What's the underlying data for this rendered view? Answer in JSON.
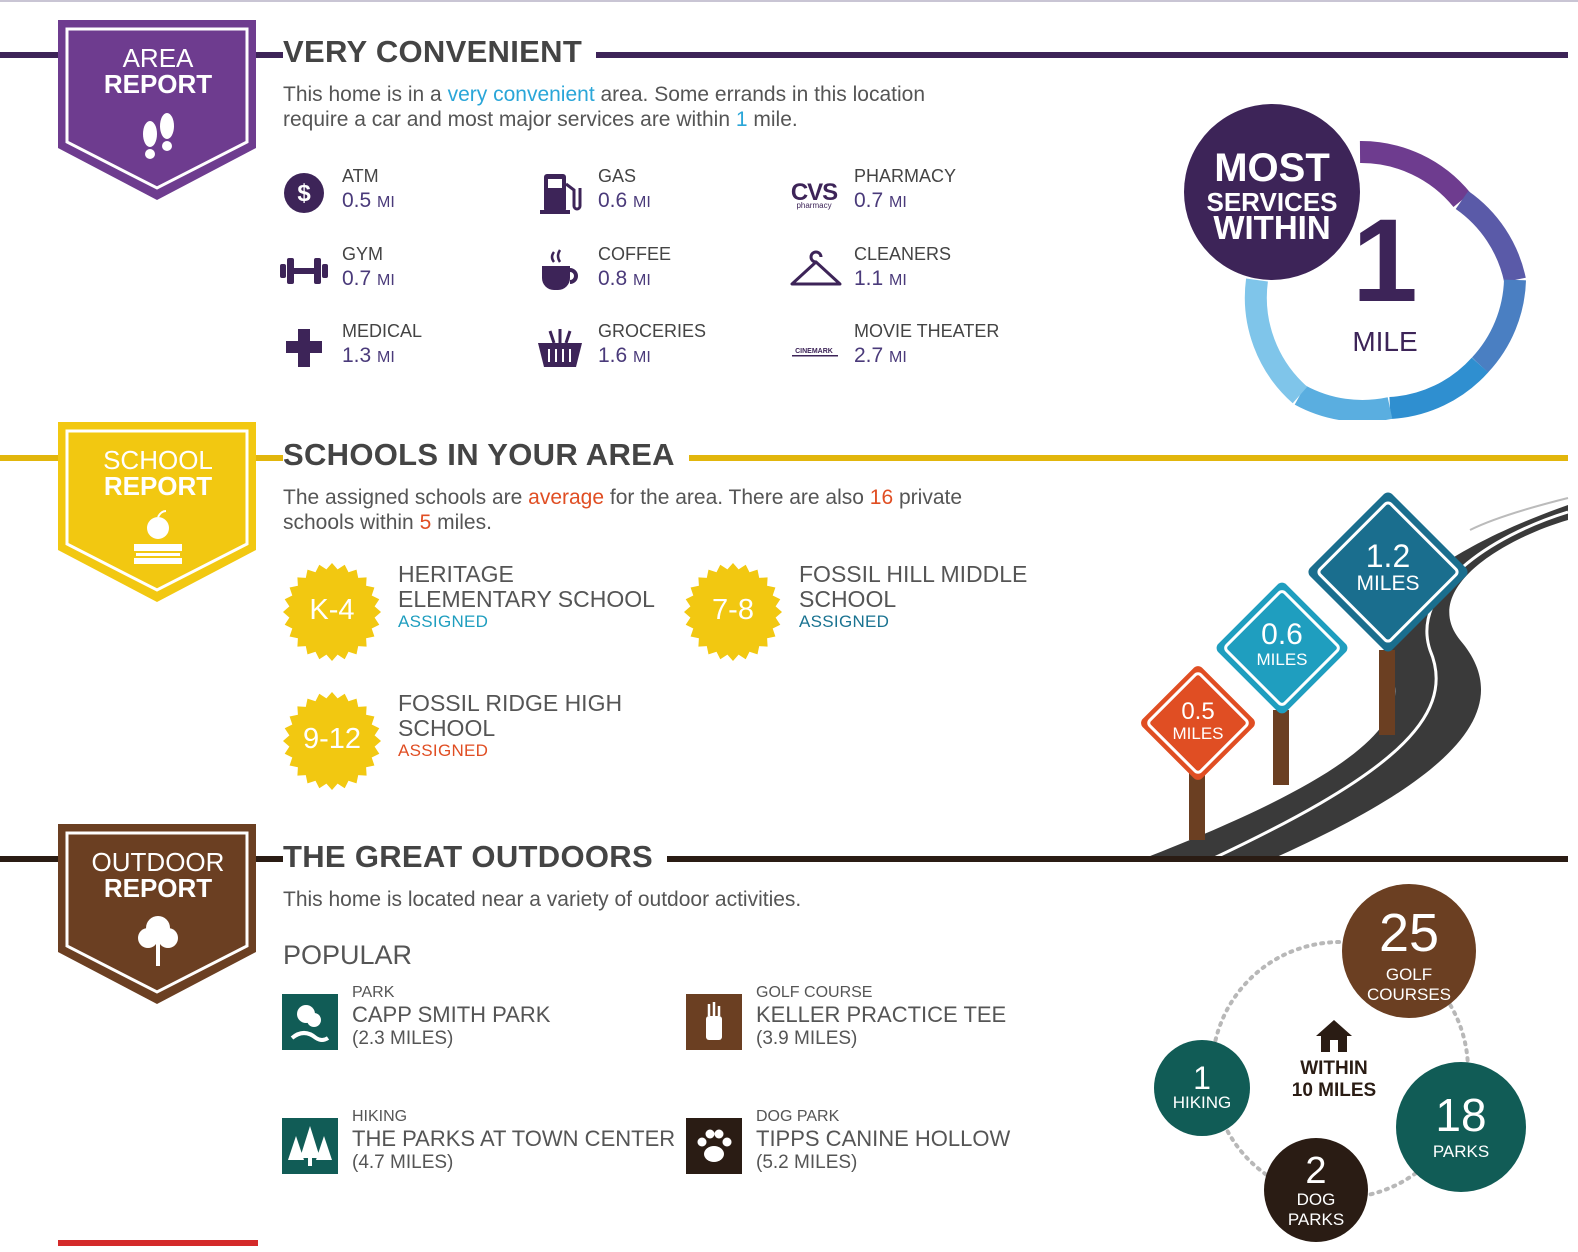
{
  "colors": {
    "area": "#6e3c8f",
    "area_dark": "#3d2458",
    "school": "#f2c811",
    "outdoor": "#6b3f22",
    "dark_line": "#2a1c14",
    "link_blue": "#2aa6d8",
    "orange": "#e04e23",
    "teal_status": "#1f9ebf",
    "darkteal_status": "#1a7391",
    "teal_circle": "#115c56"
  },
  "area": {
    "badge": {
      "line1": "AREA",
      "line2": "REPORT",
      "icon": "footprints-icon"
    },
    "heading": "VERY CONVENIENT",
    "intro": {
      "p1": "This home is in a ",
      "hl": "very convenient",
      "p2": " area. Some errands in this location",
      "p3": "require a car and most major services are within ",
      "num": "1",
      "p4": " mile."
    },
    "services": [
      {
        "label": "ATM",
        "value": "0.5",
        "unit": "MI",
        "icon": "dollar-icon"
      },
      {
        "label": "GAS",
        "value": "0.6",
        "unit": "MI",
        "icon": "gas-pump-icon"
      },
      {
        "label": "PHARMACY",
        "value": "0.7",
        "unit": "MI",
        "icon": "cvs-logo-icon",
        "logo_main": "CVS",
        "logo_sub": "pharmacy"
      },
      {
        "label": "GYM",
        "value": "0.7",
        "unit": "MI",
        "icon": "dumbbell-icon"
      },
      {
        "label": "COFFEE",
        "value": "0.8",
        "unit": "MI",
        "icon": "coffee-cup-icon"
      },
      {
        "label": "CLEANERS",
        "value": "1.1",
        "unit": "MI",
        "icon": "hanger-icon"
      },
      {
        "label": "MEDICAL",
        "value": "1.3",
        "unit": "MI",
        "icon": "medical-cross-icon"
      },
      {
        "label": "GROCERIES",
        "value": "1.6",
        "unit": "MI",
        "icon": "basket-icon"
      },
      {
        "label": "MOVIE THEATER",
        "value": "2.7",
        "unit": "MI",
        "icon": "cinemark-logo-icon",
        "logo_main": "CINEMARK"
      }
    ],
    "graphic": {
      "line1": "MOST",
      "line2": "SERVICES",
      "line3": "WITHIN",
      "number": "1",
      "unit": "MILE"
    }
  },
  "school": {
    "badge": {
      "line1": "SCHOOL",
      "line2": "REPORT",
      "icon": "apple-books-icon"
    },
    "heading": "SCHOOLS IN YOUR AREA",
    "intro": {
      "p1": "The assigned schools are ",
      "rating": "average",
      "p2": " for the area. There are also ",
      "count": "16",
      "p3": " private",
      "p4": "schools within ",
      "radius": "5",
      "p5": " miles."
    },
    "schools": [
      {
        "grade": "K-4",
        "line1": "HERITAGE",
        "line2": "ELEMENTARY SCHOOL",
        "status": "ASSIGNED",
        "status_color": "#1f9ebf"
      },
      {
        "grade": "7-8",
        "line1": "FOSSIL HILL MIDDLE",
        "line2": "SCHOOL",
        "status": "ASSIGNED",
        "status_color": "#1a7391"
      },
      {
        "grade": "9-12",
        "line1": "FOSSIL RIDGE HIGH",
        "line2": "SCHOOL",
        "status": "ASSIGNED",
        "status_color": "#e04e23"
      }
    ],
    "signs": [
      {
        "value": "0.5",
        "unit": "MILES",
        "color": "#e04e23"
      },
      {
        "value": "0.6",
        "unit": "MILES",
        "color": "#1f9ebf"
      },
      {
        "value": "1.2",
        "unit": "MILES",
        "color": "#1a6e8e"
      }
    ]
  },
  "outdoor": {
    "badge": {
      "line1": "OUTDOOR",
      "line2": "REPORT",
      "icon": "tree-icon"
    },
    "heading": "THE GREAT OUTDOORS",
    "intro": "This home is located near a variety of outdoor activities.",
    "popular_label": "POPULAR",
    "activities": [
      {
        "category": "PARK",
        "name": "CAPP SMITH PARK",
        "distance": "(2.3 MILES)",
        "icon": "park-icon",
        "color": "#115c56"
      },
      {
        "category": "GOLF COURSE",
        "name": "KELLER PRACTICE TEE",
        "distance": "(3.9 MILES)",
        "icon": "golf-bag-icon",
        "color": "#6b3f22"
      },
      {
        "category": "HIKING",
        "name": "THE PARKS AT TOWN CENTER",
        "distance": "(4.7 MILES)",
        "icon": "pine-trees-icon",
        "color": "#115c56"
      },
      {
        "category": "DOG PARK",
        "name": "TIPPS CANINE HOLLOW",
        "distance": "(5.2 MILES)",
        "icon": "paw-icon",
        "color": "#2a1c14"
      }
    ],
    "summary": {
      "center_line1": "WITHIN",
      "center_line2": "10 MILES",
      "icon": "house-icon",
      "items": [
        {
          "count": "25",
          "label1": "GOLF",
          "label2": "COURSES",
          "color": "#6b3f22"
        },
        {
          "count": "1",
          "label1": "HIKING",
          "label2": "",
          "color": "#115c56"
        },
        {
          "count": "18",
          "label1": "PARKS",
          "label2": "",
          "color": "#115c56"
        },
        {
          "count": "2",
          "label1": "DOG",
          "label2": "PARKS",
          "color": "#2a1c14"
        }
      ]
    }
  }
}
